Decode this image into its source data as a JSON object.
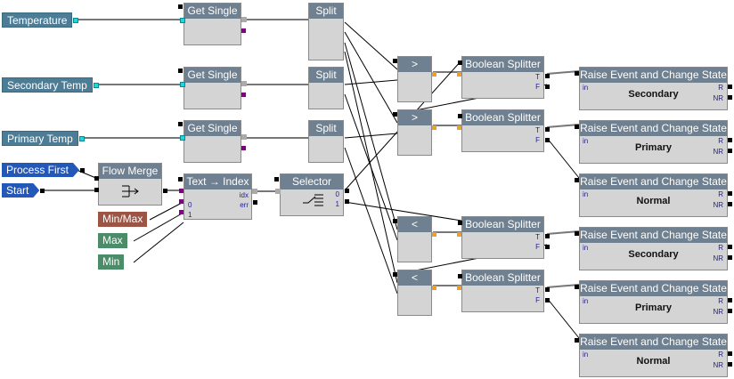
{
  "variables": [
    {
      "label": "Temperature",
      "color": "#4d7d96"
    },
    {
      "label": "Secondary Temp",
      "color": "#4d7d96"
    },
    {
      "label": "Primary Temp",
      "color": "#4d7d96"
    }
  ],
  "events": [
    {
      "label": "Process First"
    },
    {
      "label": "Start"
    }
  ],
  "constants": [
    {
      "label": "Min/Max",
      "color": "#9c5444"
    },
    {
      "label": "Max",
      "color": "#4c8c68"
    },
    {
      "label": "Min",
      "color": "#4c8c68"
    }
  ],
  "get_single": {
    "label": "Get Single"
  },
  "split": {
    "label": "Split"
  },
  "flow_merge": {
    "label": "Flow Merge",
    "icon": "flow-merge-icon"
  },
  "text_index": {
    "label": "Text → Index",
    "ports": {
      "in0": "0",
      "in1": "1",
      "idx": "idx",
      "err": "err"
    }
  },
  "selector": {
    "label": "Selector",
    "icon": "selector-switch-icon",
    "ports": {
      "o0": "0",
      "o1": "1"
    }
  },
  "compare": [
    {
      "label": ">"
    },
    {
      "label": ">"
    },
    {
      "label": "<"
    },
    {
      "label": "<"
    }
  ],
  "boolean_splitter": {
    "label": "Boolean Splitter",
    "t": "T",
    "f": "F"
  },
  "raise_event": {
    "label": "Raise Event and Change State",
    "in": "in",
    "r": "R",
    "nr": "NR",
    "states": [
      "Secondary",
      "Primary",
      "Normal",
      "Secondary",
      "Primary",
      "Normal"
    ]
  },
  "colors": {
    "header": "#6f8090",
    "node_body": "#d4d4d4",
    "event": "#2458b8",
    "port_float": "#19d8e0",
    "port_orange": "#f0a020",
    "port_purple": "#800080"
  }
}
